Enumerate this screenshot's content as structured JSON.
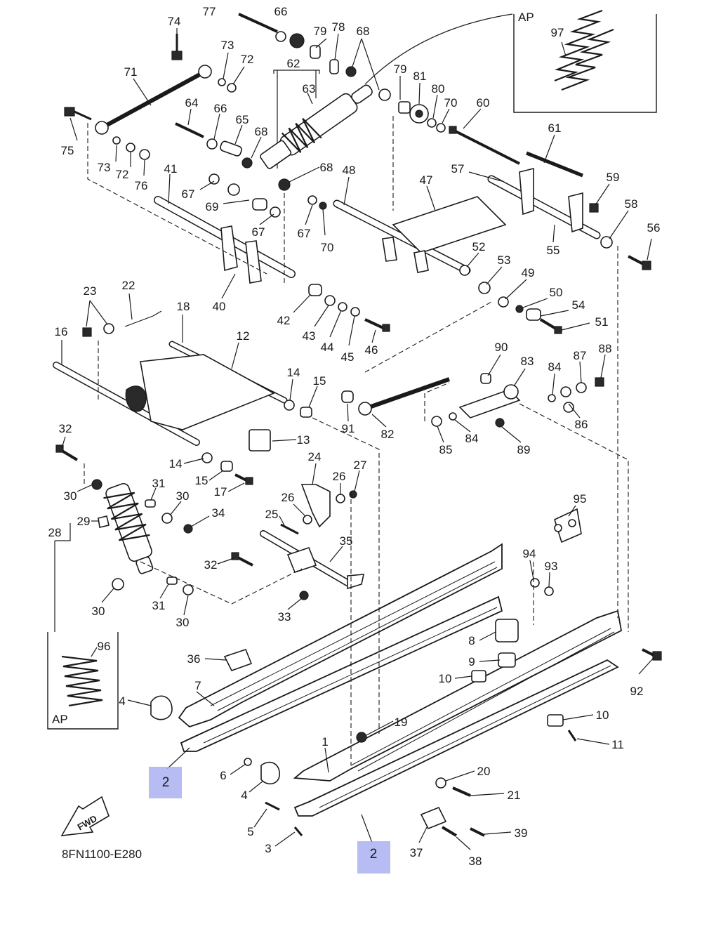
{
  "diagram": {
    "code": "8FN1100-E280",
    "fwd_label": "FWD",
    "ap_inset_top": "AP",
    "ap_inset_bottom": "AP",
    "highlighted_part": "2",
    "callouts": [
      {
        "id": "c74",
        "n": "74"
      },
      {
        "id": "c77",
        "n": "77"
      },
      {
        "id": "c66a",
        "n": "66"
      },
      {
        "id": "c79a",
        "n": "79"
      },
      {
        "id": "c78",
        "n": "78"
      },
      {
        "id": "c68a",
        "n": "68"
      },
      {
        "id": "c73a",
        "n": "73"
      },
      {
        "id": "c72a",
        "n": "72"
      },
      {
        "id": "c71",
        "n": "71"
      },
      {
        "id": "c62",
        "n": "62"
      },
      {
        "id": "c63",
        "n": "63"
      },
      {
        "id": "c79b",
        "n": "79"
      },
      {
        "id": "c81",
        "n": "81"
      },
      {
        "id": "c80",
        "n": "80"
      },
      {
        "id": "c70a",
        "n": "70"
      },
      {
        "id": "c60",
        "n": "60"
      },
      {
        "id": "c64",
        "n": "64"
      },
      {
        "id": "c66b",
        "n": "66"
      },
      {
        "id": "c65",
        "n": "65"
      },
      {
        "id": "c68b",
        "n": "68"
      },
      {
        "id": "c75",
        "n": "75"
      },
      {
        "id": "c73b",
        "n": "73"
      },
      {
        "id": "c72b",
        "n": "72"
      },
      {
        "id": "c76",
        "n": "76"
      },
      {
        "id": "c41",
        "n": "41"
      },
      {
        "id": "c68c",
        "n": "68"
      },
      {
        "id": "c48",
        "n": "48"
      },
      {
        "id": "c61",
        "n": "61"
      },
      {
        "id": "c57",
        "n": "57"
      },
      {
        "id": "c47",
        "n": "47"
      },
      {
        "id": "c59",
        "n": "59"
      },
      {
        "id": "c58",
        "n": "58"
      },
      {
        "id": "c67a",
        "n": "67"
      },
      {
        "id": "c69",
        "n": "69"
      },
      {
        "id": "c67b",
        "n": "67"
      },
      {
        "id": "c67c",
        "n": "67"
      },
      {
        "id": "c70b",
        "n": "70"
      },
      {
        "id": "c56",
        "n": "56"
      },
      {
        "id": "c55",
        "n": "55"
      },
      {
        "id": "c52",
        "n": "52"
      },
      {
        "id": "c53",
        "n": "53"
      },
      {
        "id": "c49",
        "n": "49"
      },
      {
        "id": "c50",
        "n": "50"
      },
      {
        "id": "c54",
        "n": "54"
      },
      {
        "id": "c51",
        "n": "51"
      },
      {
        "id": "c40",
        "n": "40"
      },
      {
        "id": "c42",
        "n": "42"
      },
      {
        "id": "c43",
        "n": "43"
      },
      {
        "id": "c44",
        "n": "44"
      },
      {
        "id": "c45",
        "n": "45"
      },
      {
        "id": "c46",
        "n": "46"
      },
      {
        "id": "c23",
        "n": "23"
      },
      {
        "id": "c22",
        "n": "22"
      },
      {
        "id": "c18",
        "n": "18"
      },
      {
        "id": "c16",
        "n": "16"
      },
      {
        "id": "c12",
        "n": "12"
      },
      {
        "id": "c14a",
        "n": "14"
      },
      {
        "id": "c15a",
        "n": "15"
      },
      {
        "id": "c90",
        "n": "90"
      },
      {
        "id": "c83",
        "n": "83"
      },
      {
        "id": "c84a",
        "n": "84"
      },
      {
        "id": "c87",
        "n": "87"
      },
      {
        "id": "c88",
        "n": "88"
      },
      {
        "id": "c86",
        "n": "86"
      },
      {
        "id": "c91",
        "n": "91"
      },
      {
        "id": "c82",
        "n": "82"
      },
      {
        "id": "c85",
        "n": "85"
      },
      {
        "id": "c84b",
        "n": "84"
      },
      {
        "id": "c89",
        "n": "89"
      },
      {
        "id": "c32a",
        "n": "32"
      },
      {
        "id": "c13",
        "n": "13"
      },
      {
        "id": "c14b",
        "n": "14"
      },
      {
        "id": "c15b",
        "n": "15"
      },
      {
        "id": "c17",
        "n": "17"
      },
      {
        "id": "c24",
        "n": "24"
      },
      {
        "id": "c27",
        "n": "27"
      },
      {
        "id": "c26a",
        "n": "26"
      },
      {
        "id": "c30a",
        "n": "30"
      },
      {
        "id": "c31a",
        "n": "31"
      },
      {
        "id": "c30b",
        "n": "30"
      },
      {
        "id": "c34",
        "n": "34"
      },
      {
        "id": "c26b",
        "n": "26"
      },
      {
        "id": "c25",
        "n": "25"
      },
      {
        "id": "c28",
        "n": "28"
      },
      {
        "id": "c29",
        "n": "29"
      },
      {
        "id": "c95",
        "n": "95"
      },
      {
        "id": "c35",
        "n": "35"
      },
      {
        "id": "c94",
        "n": "94"
      },
      {
        "id": "c93",
        "n": "93"
      },
      {
        "id": "c32b",
        "n": "32"
      },
      {
        "id": "c30c",
        "n": "30"
      },
      {
        "id": "c31b",
        "n": "31"
      },
      {
        "id": "c30d",
        "n": "30"
      },
      {
        "id": "c33",
        "n": "33"
      },
      {
        "id": "c8",
        "n": "8"
      },
      {
        "id": "c96",
        "n": "96"
      },
      {
        "id": "c36",
        "n": "36"
      },
      {
        "id": "c9",
        "n": "9"
      },
      {
        "id": "c92",
        "n": "92"
      },
      {
        "id": "c7",
        "n": "7"
      },
      {
        "id": "c10a",
        "n": "10"
      },
      {
        "id": "c4a",
        "n": "4"
      },
      {
        "id": "c10b",
        "n": "10"
      },
      {
        "id": "c19",
        "n": "19"
      },
      {
        "id": "c11",
        "n": "11"
      },
      {
        "id": "c1",
        "n": "1"
      },
      {
        "id": "c6",
        "n": "6"
      },
      {
        "id": "c20",
        "n": "20"
      },
      {
        "id": "c4b",
        "n": "4"
      },
      {
        "id": "c21",
        "n": "21"
      },
      {
        "id": "c5",
        "n": "5"
      },
      {
        "id": "c39",
        "n": "39"
      },
      {
        "id": "c3",
        "n": "3"
      },
      {
        "id": "c37",
        "n": "37"
      },
      {
        "id": "c38",
        "n": "38"
      },
      {
        "id": "c97",
        "n": "97"
      }
    ]
  }
}
